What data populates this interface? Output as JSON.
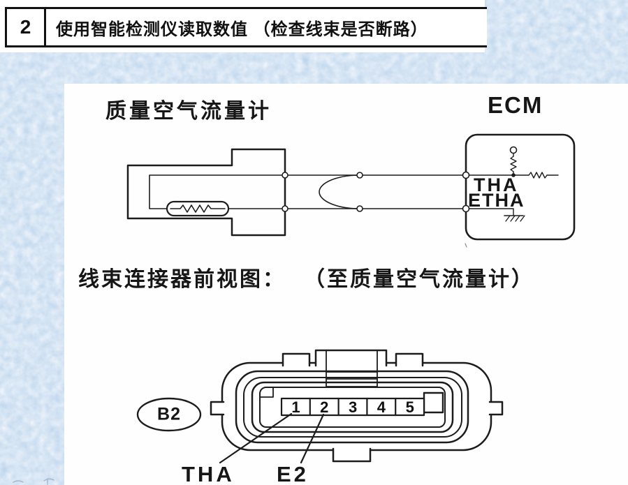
{
  "header": {
    "step_number": "2",
    "step_title": "使用智能检测仪读取数值 （检查线束是否断路）"
  },
  "circuit": {
    "maf_label": "质量空气流量计",
    "ecm_label": "ECM",
    "ecm_pin_tha": "THA",
    "ecm_pin_etha": "ETHA"
  },
  "connector_section": {
    "caption_left": "线束连接器前视图：",
    "caption_right": "（至质量空气流量计）",
    "connector_id": "B2",
    "pins": [
      "1",
      "2",
      "3",
      "4",
      "5"
    ],
    "pin1_label": "THA",
    "pin2_label": "E2"
  },
  "colors": {
    "line": "#1c1c1c",
    "background_blue": "#b8d2ec",
    "panel_white": "#ffffff"
  }
}
